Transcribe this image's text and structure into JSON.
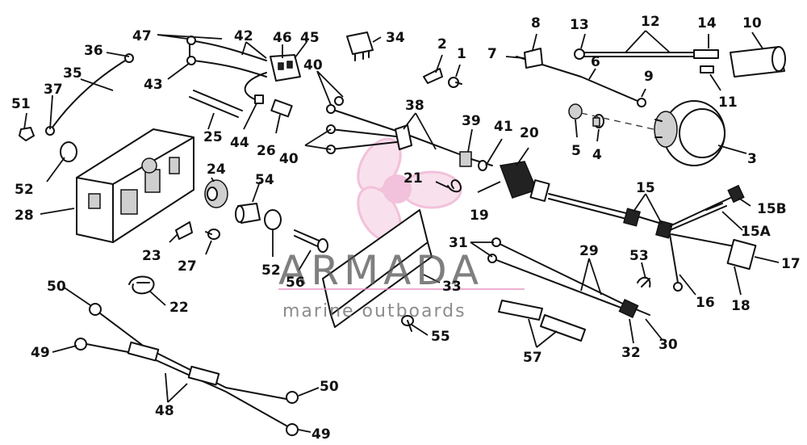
{
  "watermark": {
    "title": "ARMADA",
    "subtitle": "marine outboards",
    "accent_color": "#e88fbf",
    "text_color": "#555555"
  },
  "callouts": [
    "47",
    "42",
    "46",
    "45",
    "36",
    "35",
    "37",
    "51",
    "43",
    "40",
    "44",
    "26",
    "25",
    "52",
    "28",
    "24",
    "54",
    "23",
    "27",
    "22",
    "52",
    "56",
    "38",
    "39",
    "41",
    "21",
    "34",
    "2",
    "1",
    "8",
    "13",
    "12",
    "14",
    "10",
    "7",
    "6",
    "9",
    "11",
    "5",
    "4",
    "3",
    "20",
    "19",
    "15",
    "15B",
    "15A",
    "17",
    "18",
    "16",
    "53",
    "29",
    "31",
    "30",
    "32",
    "33",
    "55",
    "57",
    "50",
    "49",
    "48",
    "50",
    "49"
  ]
}
